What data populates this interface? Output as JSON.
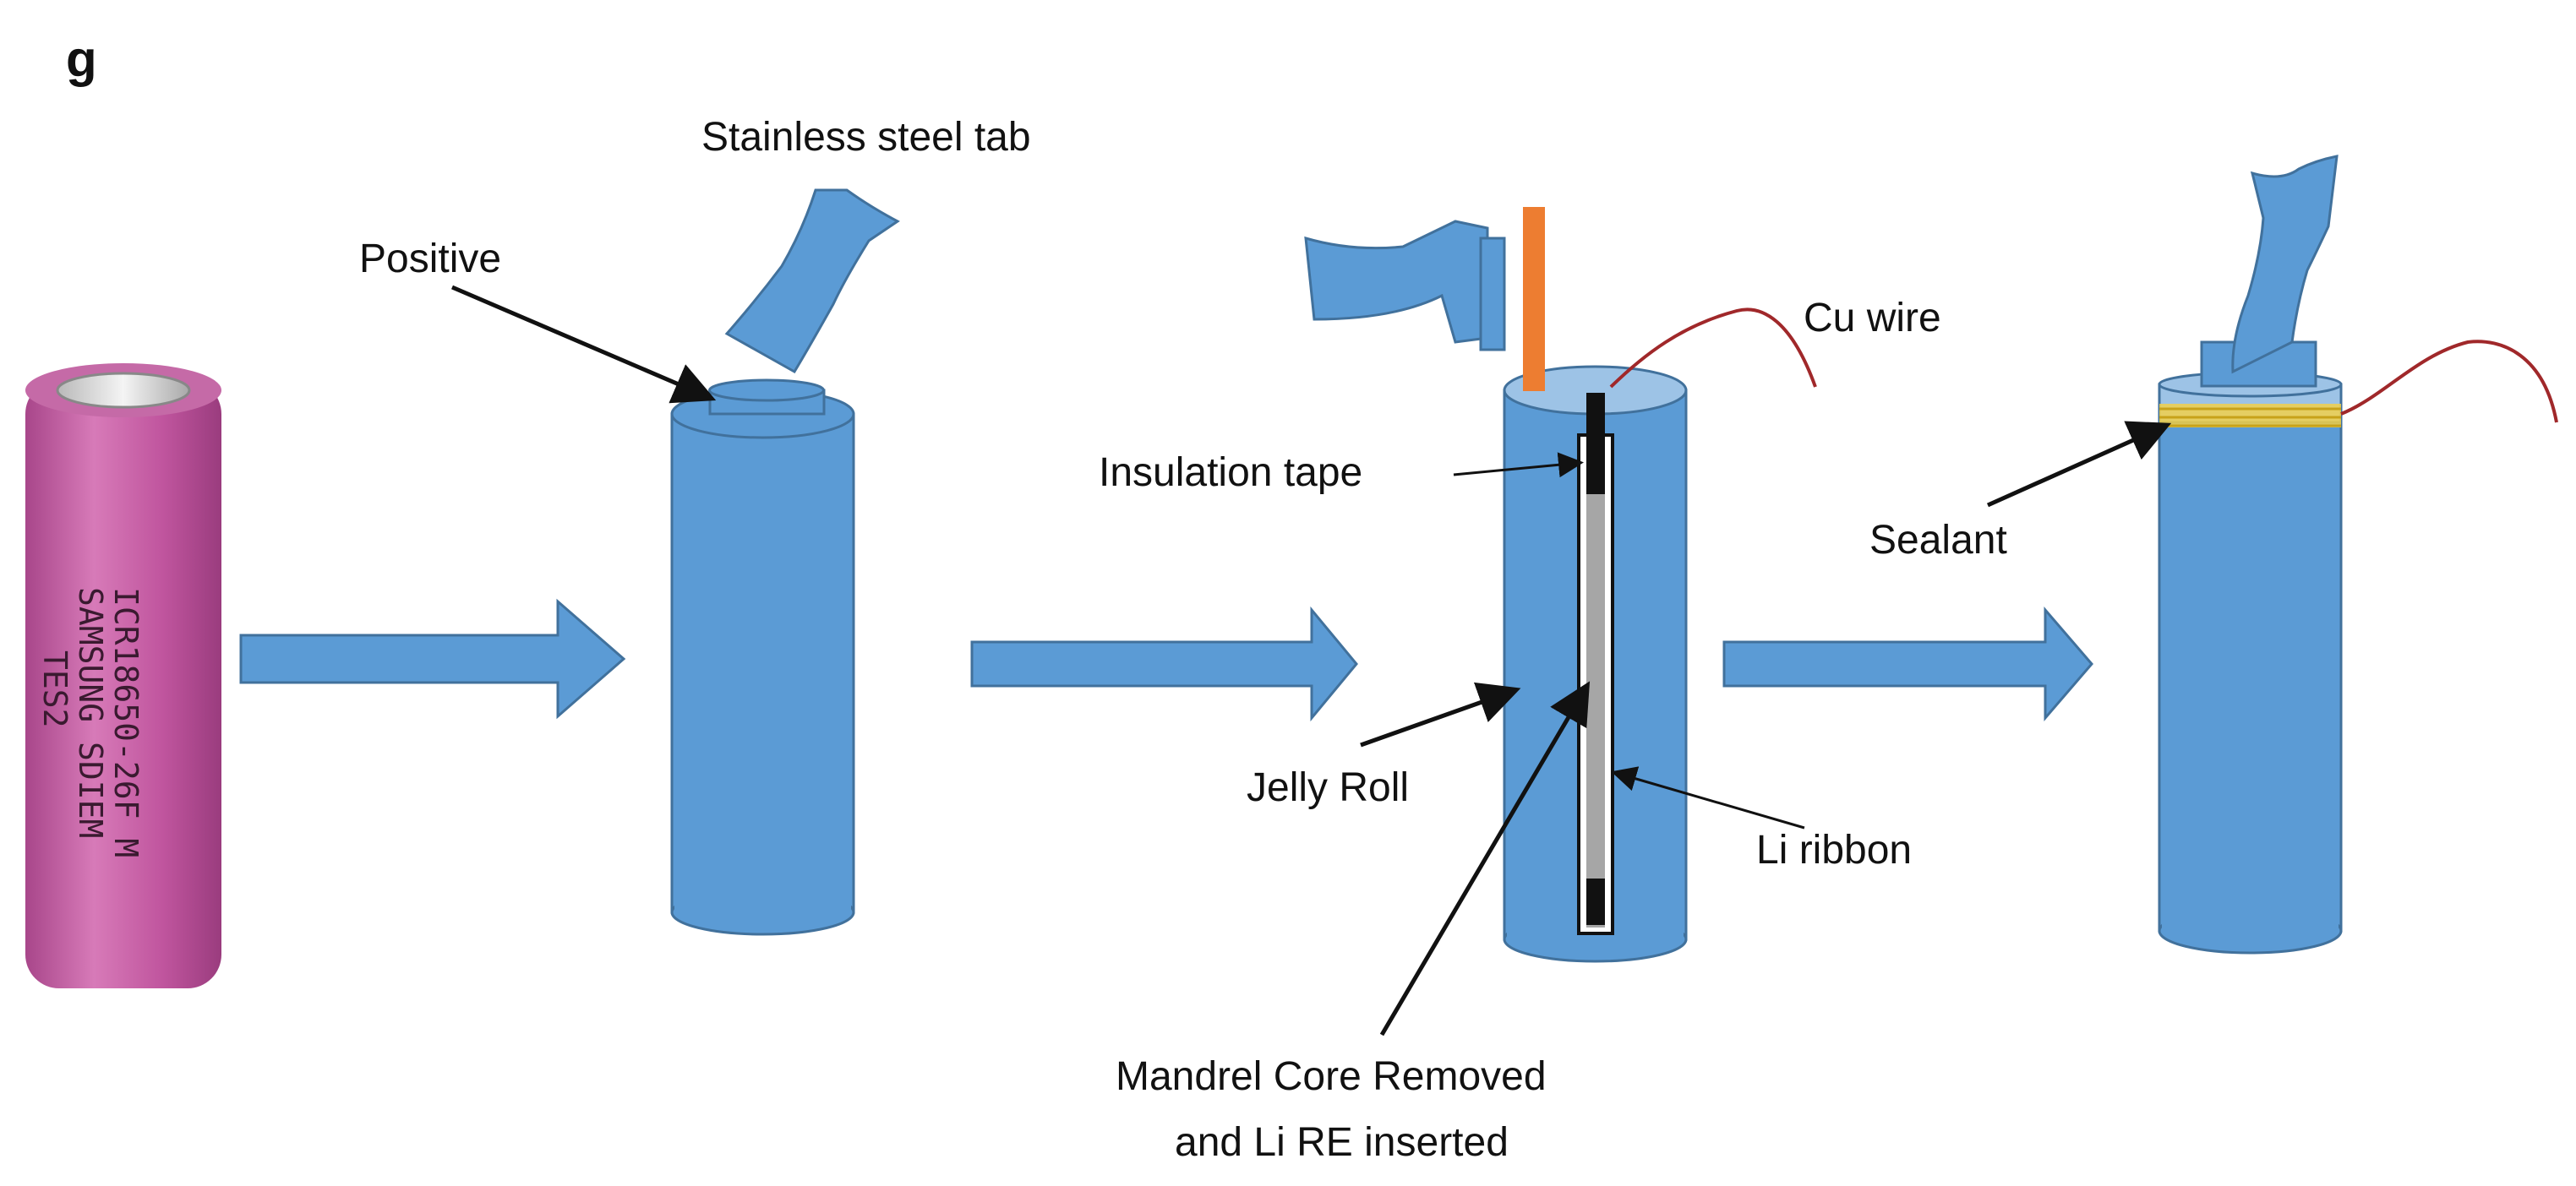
{
  "panel_label": "g",
  "battery_print": {
    "line1": "ICR18650-26F M",
    "line2": "SAMSUNG SDIEM",
    "line3": "TES2"
  },
  "labels": {
    "stainless_steel_tab": "Stainless steel tab",
    "positive": "Positive",
    "cu_wire": "Cu wire",
    "insulation_tape": "Insulation tape",
    "jelly_roll": "Jelly Roll",
    "li_ribbon": "Li ribbon",
    "mandrel_line1": "Mandrel Core Removed",
    "mandrel_line2": "and Li RE inserted",
    "sealant": "Sealant"
  },
  "colors": {
    "cylinder": "#5b9bd5",
    "cylinder_top": "#9dc3e6",
    "battery": "#c0559e",
    "orange_tab": "#ed7d31",
    "cu_wire": "#a0282a",
    "sealant": "#f2d04a"
  }
}
